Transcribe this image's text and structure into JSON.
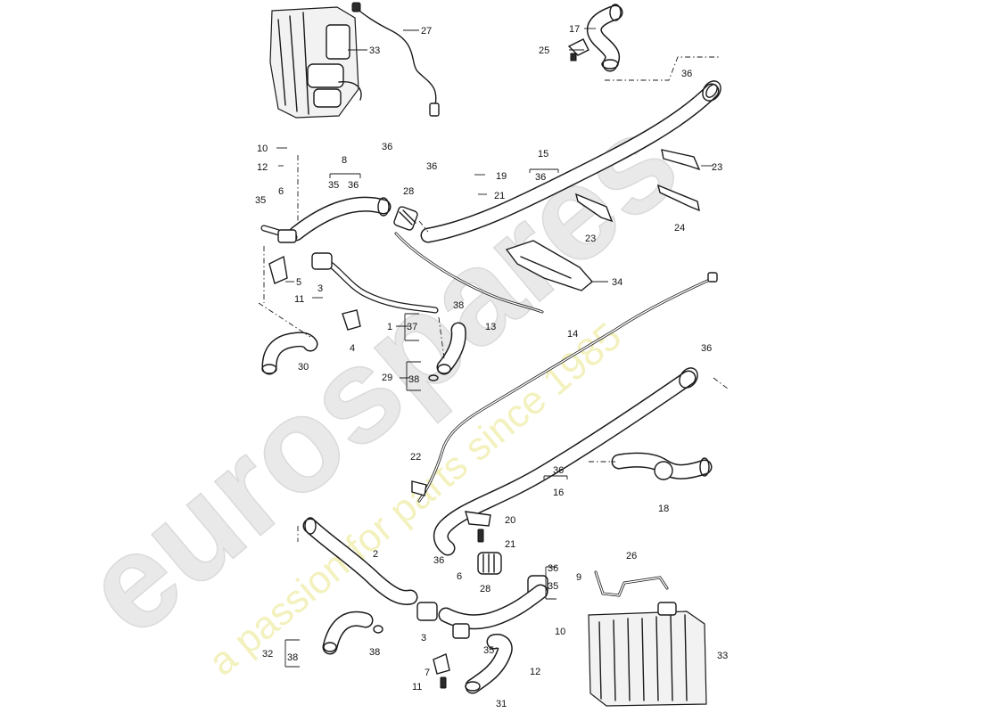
{
  "watermark": {
    "logo": "eurospares",
    "tagline": "a passion for parts since 1985"
  },
  "callouts": {
    "c27": "27",
    "c33a": "33",
    "c17": "17",
    "c25": "25",
    "c36a": "36",
    "c10a": "10",
    "c12a": "12",
    "c8": "8",
    "c35a": "35",
    "c36b": "36",
    "c36c": "36",
    "c36d": "36",
    "c19": "19",
    "c21a": "21",
    "c28a": "28",
    "c15": "15",
    "c36e": "36",
    "c23a": "23",
    "c23b": "23",
    "c24": "24",
    "c35b": "35",
    "c6a": "6",
    "c5": "5",
    "c3a": "3",
    "c11a": "11",
    "c34": "34",
    "c38a": "38",
    "c13": "13",
    "c1": "1",
    "c37": "37",
    "c4": "4",
    "c30": "30",
    "c14": "14",
    "c36f": "36",
    "c29": "29",
    "c38b": "38",
    "c22": "22",
    "c36g": "36",
    "c16": "16",
    "c18": "18",
    "c20": "20",
    "c21b": "21",
    "c36h": "36",
    "c28b": "28",
    "c36i": "36",
    "c35c": "35",
    "c9": "9",
    "c26": "26",
    "c2": "2",
    "c6b": "6",
    "c3b": "3",
    "c10b": "10",
    "c32": "32",
    "c38c": "38",
    "c38d": "38",
    "c35d": "35",
    "c7": "7",
    "c12b": "12",
    "c11b": "11",
    "c31": "31",
    "c33b": "33"
  }
}
